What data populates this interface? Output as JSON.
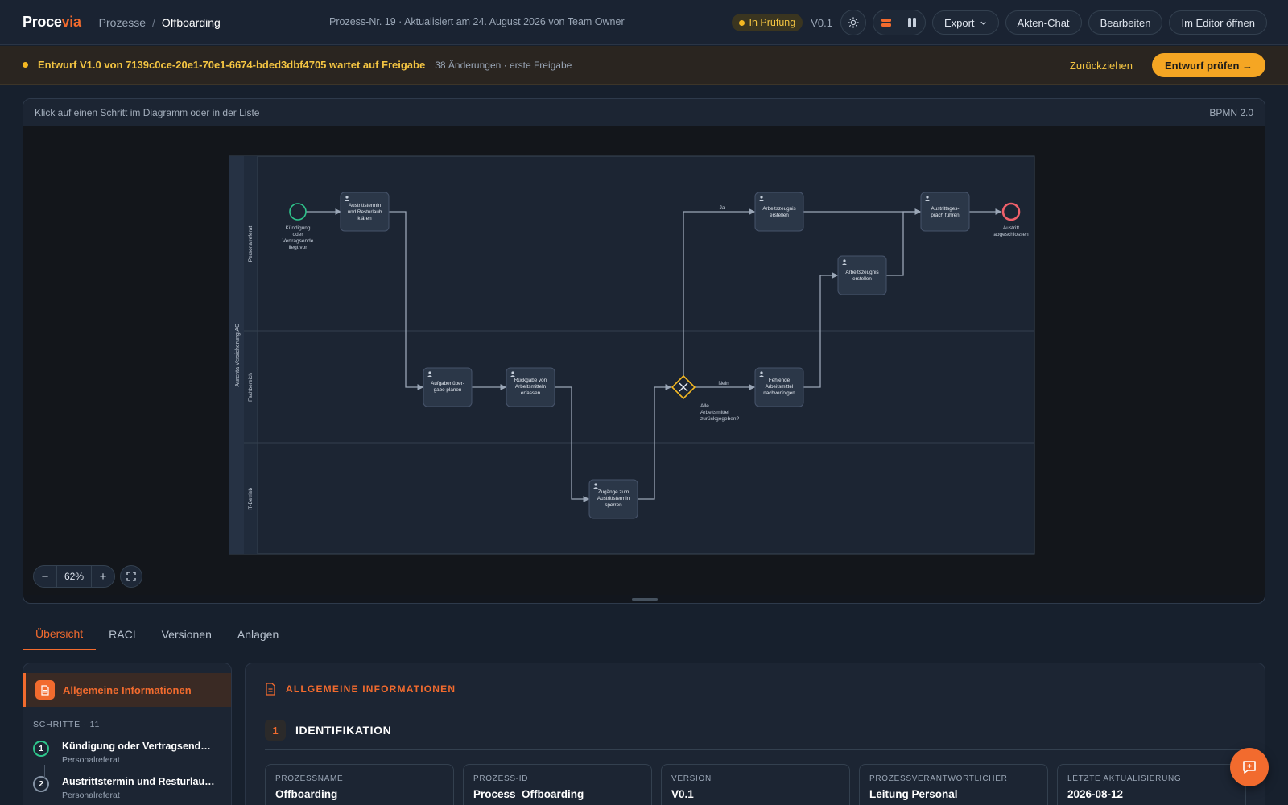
{
  "app": {
    "logo_main": "Proce",
    "logo_accent": "via"
  },
  "breadcrumb": {
    "root": "Prozesse",
    "separator": "/",
    "current": "Offboarding"
  },
  "header": {
    "meta": "Prozess-Nr. 19 · Aktualisiert am 24. August 2026 von Team Owner",
    "status": "In Prüfung",
    "version": "V0.1",
    "export_label": "Export",
    "chat_label": "Akten-Chat",
    "edit_label": "Bearbeiten",
    "editor_label": "Im Editor öffnen"
  },
  "banner": {
    "title": "Entwurf V1.0 von 7139c0ce-20e1-70e1-6674-bded3dbf4705 wartet auf Freigabe",
    "subtitle": "38 Änderungen · erste Freigabe",
    "withdraw_label": "Zurückziehen",
    "review_label": "Entwurf prüfen →"
  },
  "diagram": {
    "hint": "Klick auf einen Schritt im Diagramm oder in der Liste",
    "notation": "BPMN 2.0",
    "zoom": "62%",
    "zoom_out": "−",
    "zoom_in": "+",
    "pool": "Aurenta Versicherung AG",
    "lanes": [
      "Personalreferat",
      "Fachbereich",
      "IT-Betrieb"
    ],
    "start_event": [
      "Kündigung",
      "oder",
      "Vertragsende",
      "liegt vor"
    ],
    "end_event": [
      "Austritt",
      "abgeschlossen"
    ],
    "tasks": {
      "t1": [
        "Austrittstermin",
        "und Resturlaub",
        "klären"
      ],
      "t2": [
        "Aufgabenüber-",
        "gabe planen"
      ],
      "t3": [
        "Rückgabe von",
        "Arbeitsmitteln",
        "erfassen"
      ],
      "t4": [
        "Zugänge zum",
        "Austrittstermin",
        "sperren"
      ],
      "t5": [
        "Arbeitszeugnis",
        "erstellen"
      ],
      "t6": [
        "Arbeitszeugnis",
        "erstellen"
      ],
      "t7": [
        "Austrittsges-",
        "präch führen"
      ],
      "t8": [
        "Fehlende",
        "Arbeitsmittel",
        "nachverfolgen"
      ]
    },
    "gateway_label": [
      "Alle",
      "Arbeitsmittel",
      "zurückgegeben?"
    ],
    "flow_yes": "Ja",
    "flow_no": "Nein"
  },
  "tabs": [
    "Übersicht",
    "RACI",
    "Versionen",
    "Anlagen"
  ],
  "side": {
    "active_label": "Allgemeine Informationen",
    "steps_header": "SCHRITTE · 11",
    "steps": [
      {
        "num": "1",
        "title": "Kündigung oder Vertragsende li...",
        "sub": "Personalreferat"
      },
      {
        "num": "2",
        "title": "Austrittstermin und Resturlaub ...",
        "sub": "Personalreferat"
      }
    ]
  },
  "info": {
    "header": "ALLGEMEINE INFORMATIONEN",
    "section_num": "1",
    "section_title": "IDENTIFIKATION",
    "fields": [
      {
        "label": "PROZESSNAME",
        "value": "Offboarding"
      },
      {
        "label": "PROZESS-ID",
        "value": "Process_Offboarding"
      },
      {
        "label": "VERSION",
        "value": "V0.1"
      },
      {
        "label": "PROZESSVERANTWORTLICHER",
        "value": "Leitung Personal"
      },
      {
        "label": "LETZTE AKTUALISIERUNG",
        "value": "2026-08-12"
      }
    ]
  },
  "colors": {
    "accent": "#f26b2e",
    "warning": "#f4b822",
    "start": "#2ec48b",
    "end": "#f0606a"
  }
}
